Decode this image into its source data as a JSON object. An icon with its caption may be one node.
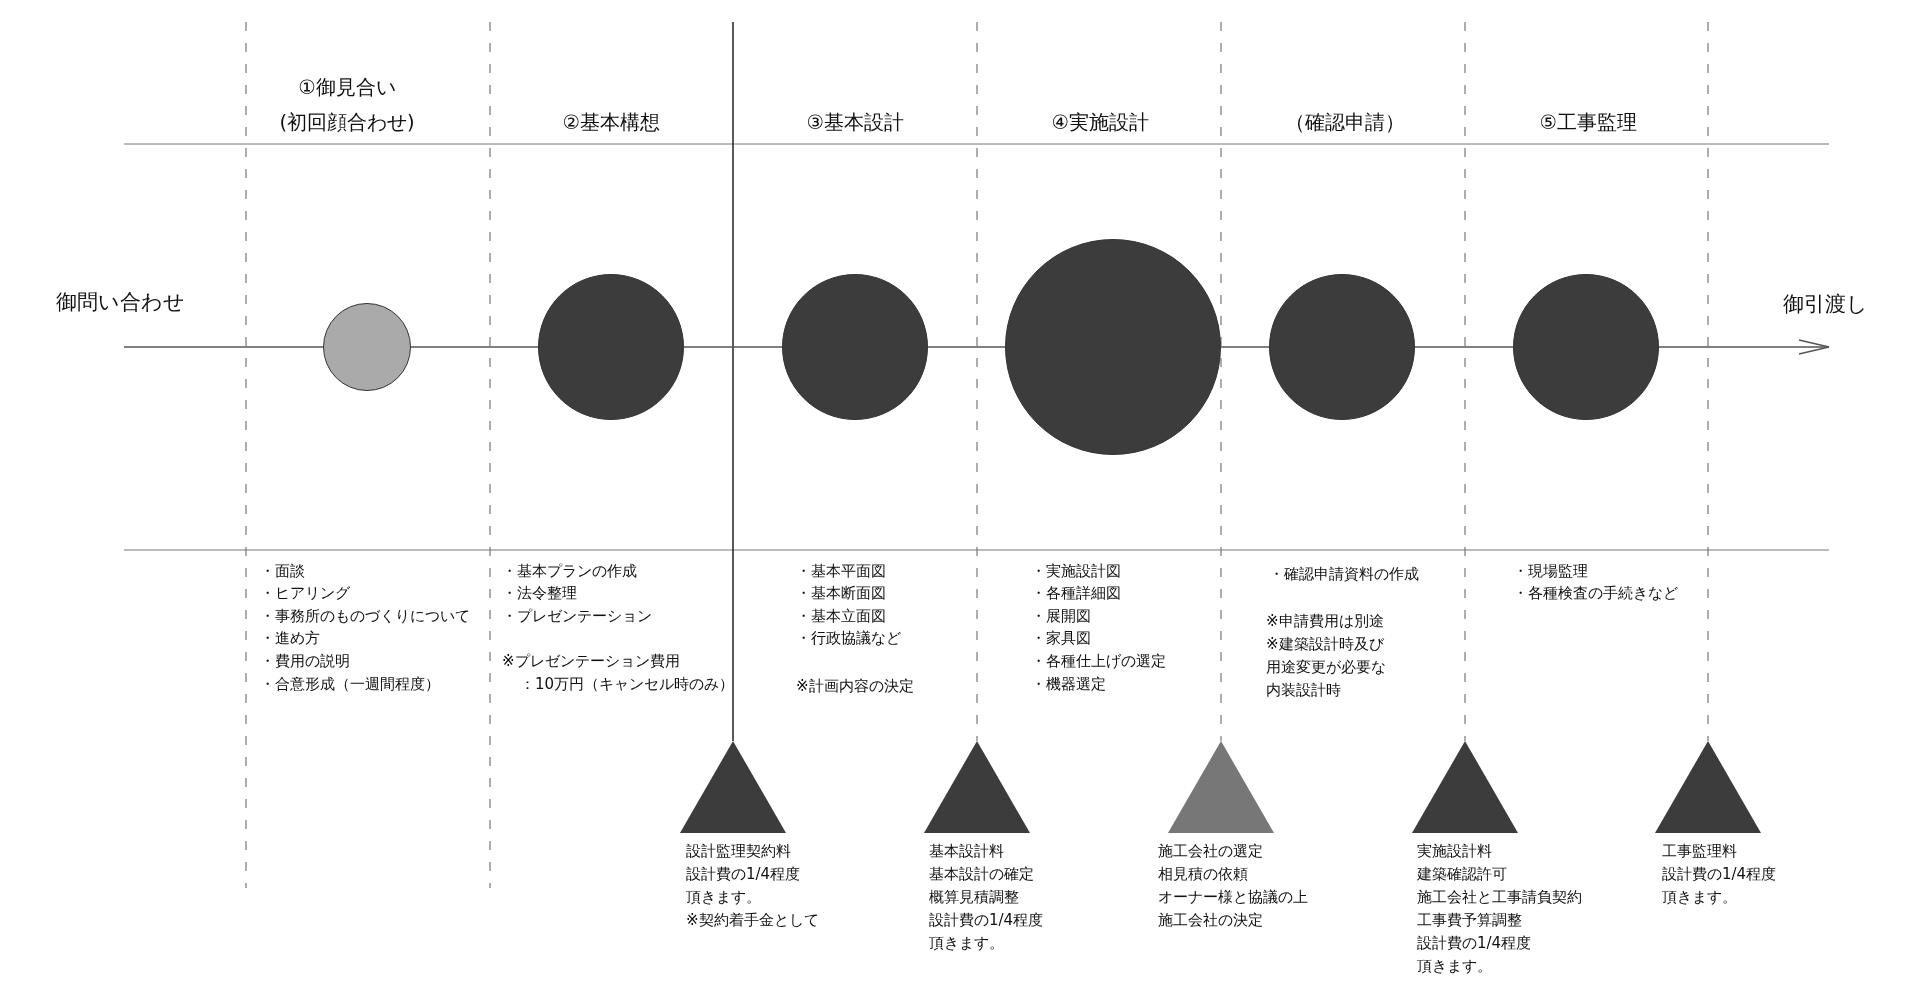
{
  "diagram": {
    "nodes": [
      {
        "text": [
          "御問い合わせ"
        ]
      },
      {
        "text": [],
        "shape": "circle"
      },
      {
        "text": [],
        "shape": "circle"
      },
      {
        "text": [],
        "shape": "circle"
      },
      {
        "text": [],
        "shape": "circle"
      },
      {
        "text": [],
        "shape": "circle"
      },
      {
        "text": [],
        "shape": "circle"
      },
      {
        "text": [
          "御引渡し"
        ]
      },
      {
        "text": [],
        "shape": "triangle",
        "beside": [
          "設計監理契約料",
          "設計費の1/4程度",
          "頂きます。",
          "※契約着手金として"
        ]
      },
      {
        "text": [],
        "shape": "triangle",
        "beside": [
          "基本設計料",
          "基本設計の確定",
          "概算見積調整",
          "設計費の1/4程度",
          "頂きます。"
        ]
      },
      {
        "text": [],
        "shape": "triangle",
        "beside": [
          "施工会社の選定",
          "相見積の依頼",
          "オーナー様と協議の上",
          "施工会社の決定"
        ]
      },
      {
        "text": [],
        "shape": "triangle",
        "beside": [
          "実施設計料",
          "建築確認許可",
          "施工会社と工事請負契約",
          "工事費予算調整",
          "設計費の1/4程度",
          "頂きます。"
        ]
      },
      {
        "text": [],
        "shape": "triangle",
        "beside": [
          "工事監理料",
          "設計費の1/4程度",
          "頂きます。"
        ]
      }
    ],
    "edges": [
      {
        "from": 0,
        "to": 1,
        "arrow": "none"
      },
      {
        "from": 1,
        "to": 2,
        "arrow": "none"
      },
      {
        "from": 2,
        "to": 3,
        "arrow": "none"
      },
      {
        "from": 3,
        "to": 4,
        "arrow": "none"
      },
      {
        "from": 4,
        "to": 5,
        "arrow": "none"
      },
      {
        "from": 5,
        "to": 6,
        "arrow": "none"
      },
      {
        "from": 6,
        "to": 7,
        "arrow": "to"
      }
    ],
    "labels": [
      "①御見合い(初回顔合わせ)",
      "②基本構想",
      "③基本設計",
      "④実施設計",
      "（確認申請）",
      "⑤工事監理",
      "・面談",
      "・ヒアリング",
      "・事務所のものづくりについて",
      "・進め方",
      "・費用の説明",
      "・合意形成（一週間程度）",
      "・基本プランの作成",
      "・法令整理",
      "・プレゼンテーション",
      "※プレゼンテーション費用",
      "：10万円（キャンセル時のみ）",
      "・基本平面図",
      "・基本断面図",
      "・基本立面図",
      "・行政協議など",
      "※計画内容の決定",
      "・実施設計図",
      "・各種詳細図",
      "・展開図",
      "・家具図",
      "・各種仕上げの選定",
      "・機器選定",
      "・確認申請資料の作成",
      "※申請費用は別途",
      "※建築設計時及び用途変更が必要な内装設計時",
      "・現場監理",
      "・各種検査の手続きなど"
    ]
  }
}
